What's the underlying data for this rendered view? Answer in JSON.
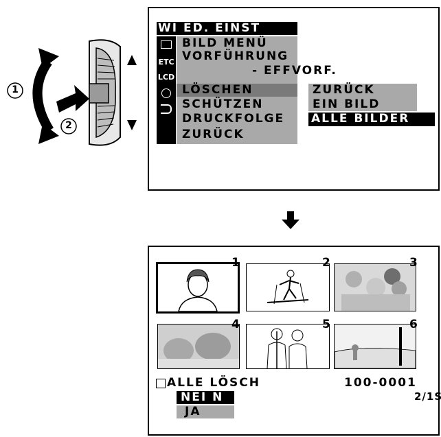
{
  "step_labels": {
    "step1": "1",
    "step2": "2"
  },
  "menu_screen": {
    "title": "WI ED. EINST",
    "icons": [
      "camera-icon",
      "ETC",
      "LCD",
      "clock-icon",
      "return-icon"
    ],
    "items": [
      "BILD MENÜ",
      "VORFÜHRUNG",
      "- EFFVORF.",
      "LÖSCHEN",
      "SCHÜTZEN",
      "DRUCKFOLGE",
      "ZURÜCK"
    ],
    "submenu": [
      "ZURÜCK",
      "EIN BILD",
      "ALLE BILDER"
    ],
    "selected_item": "LÖSCHEN",
    "selected_submenu": "ALLE BILDER"
  },
  "delete_screen": {
    "thumbnails": [
      {
        "number": "1",
        "subject": "woman portrait"
      },
      {
        "number": "2",
        "subject": "skier"
      },
      {
        "number": "3",
        "subject": "group photo"
      },
      {
        "number": "4",
        "subject": "blurred landscape"
      },
      {
        "number": "5",
        "subject": "couple"
      },
      {
        "number": "6",
        "subject": "outdoor scene"
      }
    ],
    "title": "ALLE LÖSCH",
    "file_number": "100-0001",
    "page": "2/1S",
    "options": [
      "NEI N",
      "JA"
    ]
  },
  "colors": {
    "menu_gray": "#a9a9a9",
    "black": "#000000"
  }
}
